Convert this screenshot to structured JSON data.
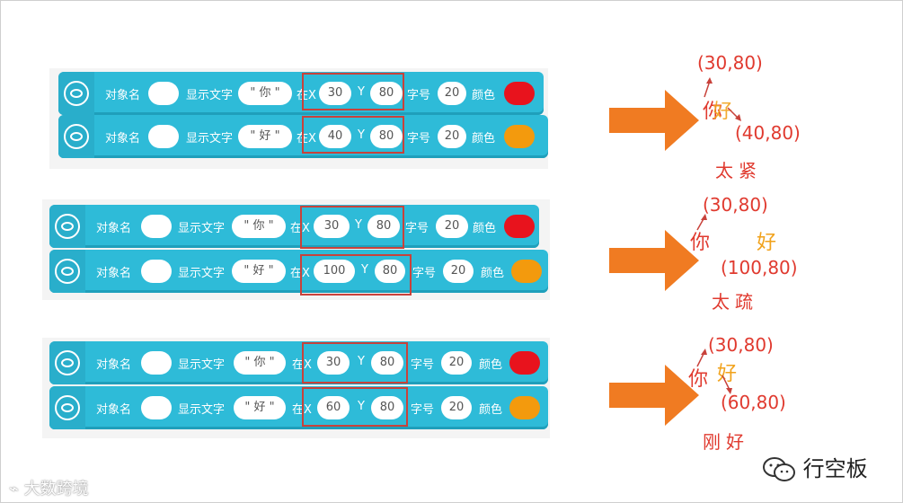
{
  "rows": [
    {
      "blocks": [
        {
          "obj_label": "对象名",
          "text_label": "显示文字",
          "text_value": "\" 你 \"",
          "at_label": "在X",
          "x": "30",
          "y_label": "Y",
          "y": "80",
          "size_label": "字号",
          "size": "20",
          "color_label": "颜色",
          "color": "#e8131d"
        },
        {
          "obj_label": "对象名",
          "text_label": "显示文字",
          "text_value": "\" 好 \"",
          "at_label": "在X",
          "x": "40",
          "y_label": "Y",
          "y": "80",
          "size_label": "字号",
          "size": "20",
          "color_label": "颜色",
          "color": "#f39a0d"
        }
      ],
      "result": {
        "top_coord": "(30,80)",
        "bottom_coord": "(40,80)",
        "char1": "你",
        "char2": "好",
        "verdict": "太紧"
      }
    },
    {
      "blocks": [
        {
          "obj_label": "对象名",
          "text_label": "显示文字",
          "text_value": "\" 你 \"",
          "at_label": "在X",
          "x": "30",
          "y_label": "Y",
          "y": "80",
          "size_label": "字号",
          "size": "20",
          "color_label": "颜色",
          "color": "#e8131d"
        },
        {
          "obj_label": "对象名",
          "text_label": "显示文字",
          "text_value": "\" 好 \"",
          "at_label": "在X",
          "x": "100",
          "y_label": "Y",
          "y": "80",
          "size_label": "字号",
          "size": "20",
          "color_label": "颜色",
          "color": "#f39a0d"
        }
      ],
      "result": {
        "top_coord": "(30,80)",
        "bottom_coord": "(100,80)",
        "char1": "你",
        "char2": "好",
        "verdict": "太疏"
      }
    },
    {
      "blocks": [
        {
          "obj_label": "对象名",
          "text_label": "显示文字",
          "text_value": "\" 你 \"",
          "at_label": "在X",
          "x": "30",
          "y_label": "Y",
          "y": "80",
          "size_label": "字号",
          "size": "20",
          "color_label": "颜色",
          "color": "#e8131d"
        },
        {
          "obj_label": "对象名",
          "text_label": "显示文字",
          "text_value": "\" 好 \"",
          "at_label": "在X",
          "x": "60",
          "y_label": "Y",
          "y": "80",
          "size_label": "字号",
          "size": "20",
          "color_label": "颜色",
          "color": "#f39a0d"
        }
      ],
      "result": {
        "top_coord": "(30,80)",
        "bottom_coord": "(60,80)",
        "char1": "你",
        "char2": "好",
        "verdict": "刚好"
      }
    }
  ],
  "watermark_left": "大数跨境",
  "watermark_right": "行空板",
  "colors": {
    "block": "#2ebbd8",
    "highlight": "#c8423b",
    "arrow": "#f07b22",
    "annotation": "#e03a2f",
    "hao": "#f1a21b"
  },
  "icons": {
    "block_hat": "ellipse-icon",
    "arrow": "right-arrow-icon",
    "wechat": "wechat-icon"
  }
}
